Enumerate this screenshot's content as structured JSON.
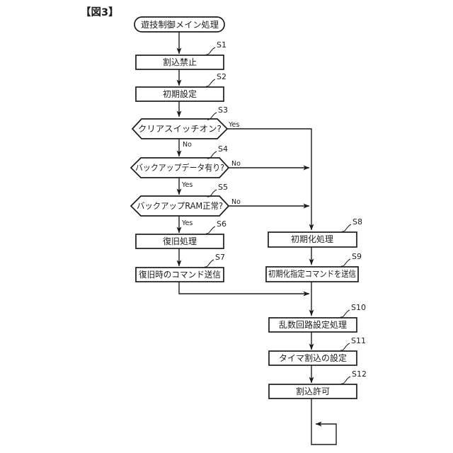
{
  "figure_label": "【図3】",
  "flowchart": {
    "start": {
      "label": "遊技制御メイン処理"
    },
    "steps": [
      {
        "id": "S1",
        "label": "割込禁止",
        "shape": "process"
      },
      {
        "id": "S2",
        "label": "初期設定",
        "shape": "process"
      },
      {
        "id": "S3",
        "label": "クリアスイッチオン?",
        "shape": "decision",
        "yes_to": "S8",
        "no_to": "S4"
      },
      {
        "id": "S4",
        "label": "バックアップデータ有り?",
        "shape": "decision",
        "yes_to": "S5",
        "no_to": "S8"
      },
      {
        "id": "S5",
        "label": "バックアップRAM正常?",
        "shape": "decision",
        "yes_to": "S6",
        "no_to": "S8"
      },
      {
        "id": "S6",
        "label": "復旧処理",
        "shape": "process"
      },
      {
        "id": "S7",
        "label": "復旧時のコマンド送信",
        "shape": "process"
      },
      {
        "id": "S8",
        "label": "初期化処理",
        "shape": "process"
      },
      {
        "id": "S9",
        "label": "初期化指定コマンドを送信",
        "shape": "process"
      },
      {
        "id": "S10",
        "label": "乱数回路設定処理",
        "shape": "process"
      },
      {
        "id": "S11",
        "label": "タイマ割込の設定",
        "shape": "process"
      },
      {
        "id": "S12",
        "label": "割込許可",
        "shape": "process"
      }
    ],
    "branch_labels": {
      "yes": "Yes",
      "no": "No"
    },
    "colors": {
      "ink": "#1c1c1c",
      "background": "#ffffff"
    }
  }
}
